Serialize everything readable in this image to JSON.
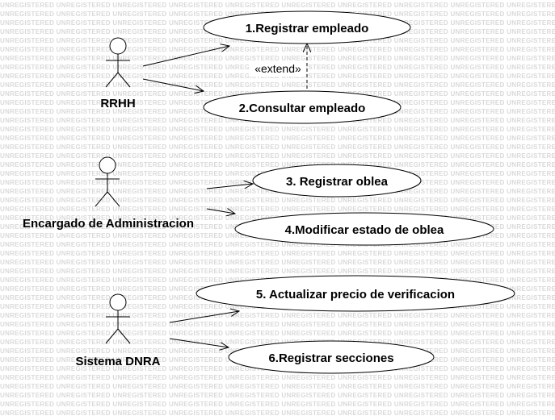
{
  "watermark": "UNREGISTERED",
  "actors": [
    {
      "id": "rrhh",
      "label": "RRHH"
    },
    {
      "id": "admin",
      "label": "Encargado de Administracion"
    },
    {
      "id": "dnra",
      "label": "Sistema DNRA"
    }
  ],
  "use_cases": [
    {
      "id": "uc1",
      "label": "1.Registrar empleado"
    },
    {
      "id": "uc2",
      "label": "2.Consultar empleado"
    },
    {
      "id": "uc3",
      "label": "3. Registrar oblea"
    },
    {
      "id": "uc4",
      "label": "4.Modificar estado de oblea"
    },
    {
      "id": "uc5",
      "label": "5. Actualizar precio de verificacion"
    },
    {
      "id": "uc6",
      "label": "6.Registrar secciones"
    }
  ],
  "relations": {
    "extend_label": "«extend»"
  }
}
